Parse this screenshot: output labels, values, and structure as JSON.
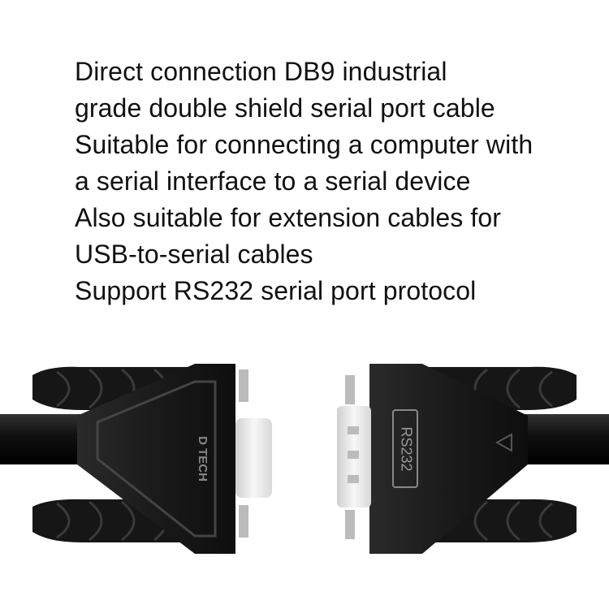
{
  "description_lines": [
    "Direct connection DB9 industrial",
    "grade double shield serial port cable",
    "Suitable for connecting a computer with",
    "a serial interface to a serial device",
    "Also suitable for extension cables for",
    "USB-to-serial cables",
    "Support RS232 serial port protocol"
  ],
  "product": {
    "left_connector_brand": "D TECH",
    "right_connector_label": "RS232"
  },
  "colors": {
    "connector_body": "#1c1c1c",
    "shell": "#e8e8e8",
    "text": "#111111"
  }
}
